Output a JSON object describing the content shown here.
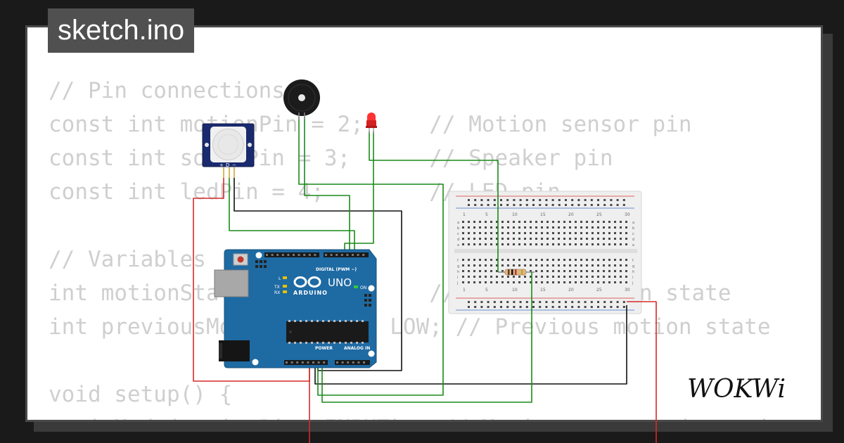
{
  "file_tab": {
    "label": "sketch.ino"
  },
  "code_lines": [
    "// Pin connections",
    "const int motionPin = 2;     // Motion sensor pin",
    "const int soundPin = 3;      // Speaker pin",
    "const int ledPin = 4;        // LED pin",
    "",
    "// Variables",
    "int motionState = LOW;       // Current motion state",
    "int previousMotionState = LOW; // Previous motion state",
    "",
    "void setup() {",
    "  pinMode(motionPin, INPUT);  // Motion sensor pin as input"
  ],
  "arduino": {
    "model_label": "UNO",
    "brand_label": "ARDUINO",
    "digital_header_label": "DIGITAL (PWM ~)",
    "power_header_label": "POWER",
    "analog_header_label": "ANALOG IN",
    "led_labels": [
      "L",
      "TX",
      "RX"
    ],
    "on_label": "ON",
    "board_color": "#1e6aa3"
  },
  "pir_sensor": {
    "pin_labels": [
      "+",
      "D",
      "−"
    ]
  },
  "breadboard": {
    "column_numbers_top": [
      "1",
      "5",
      "10",
      "15",
      "20",
      "25",
      "30"
    ],
    "column_numbers_bottom": [
      "1",
      "5",
      "10",
      "15",
      "20",
      "25",
      "30"
    ],
    "row_letters_top": [
      "a",
      "b",
      "c",
      "d",
      "e"
    ],
    "row_letters_bottom": [
      "f",
      "g",
      "h",
      "i",
      "j"
    ]
  },
  "wire_colors": {
    "power": "#d62a2a",
    "ground": "#111111",
    "signal": "#1a8a1a"
  },
  "brand": {
    "logo_text": "WOKWi"
  }
}
